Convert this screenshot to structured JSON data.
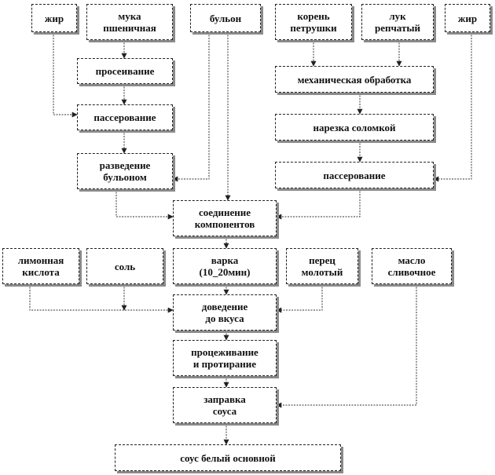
{
  "nodes": {
    "fat_left": "жир",
    "wheat_flour": "мука\nпшеничная",
    "broth": "бульон",
    "parsley_root": "корень\nпетрушки",
    "onion": "лук\nрепчатый",
    "fat_right": "жир",
    "sifting": "просеивание",
    "mechanical_processing": "механическая обработка",
    "sauteing_left": "пассерование",
    "julienne_cut": "нарезка соломкой",
    "dilute_with_broth": "разведение\nбульоном",
    "sauteing_right": "пассерование",
    "combining": "соединение\nкомпонентов",
    "citric_acid": "лимонная\nкислота",
    "salt": "соль",
    "boiling": "варка\n(10_20мин)",
    "pepper": "перец\nмолотый",
    "butter": "масло\nсливочное",
    "seasoning": "доведение\nдо вкуса",
    "straining": "процеживание\nи протирание",
    "dressing": "заправка\nсоуса",
    "white_sauce": "соус белый основной"
  },
  "colors": {
    "line": "#333333",
    "shadow": "#8a8a8a",
    "text": "#111111"
  }
}
